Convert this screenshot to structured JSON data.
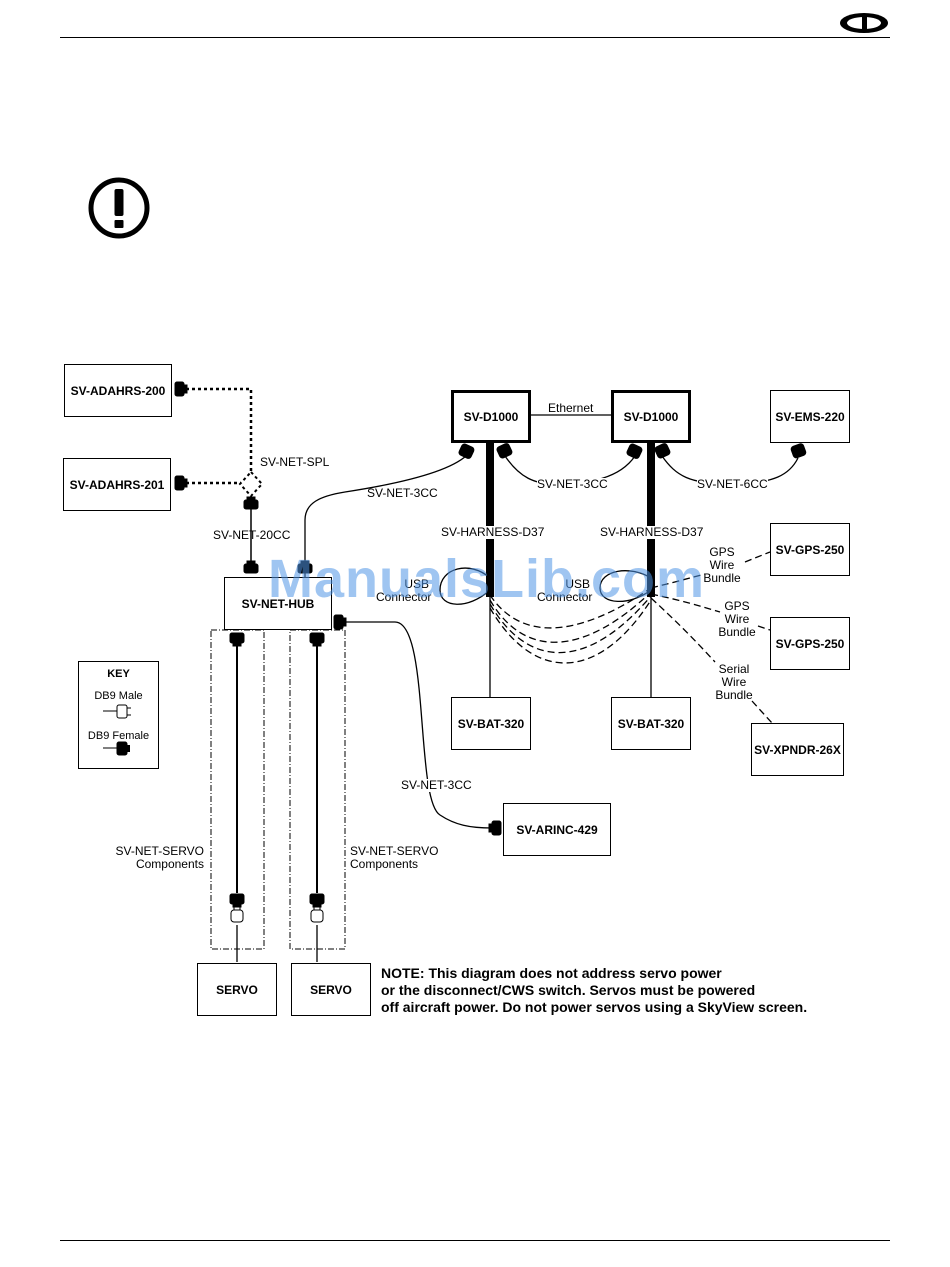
{
  "diagram": {
    "devices": {
      "adahrs200": "SV-ADAHRS-200",
      "adahrs201": "SV-ADAHRS-201",
      "d1000_left": "SV-D1000",
      "d1000_right": "SV-D1000",
      "ems220": "SV-EMS-220",
      "gps250_a": "SV-GPS-250",
      "gps250_b": "SV-GPS-250",
      "xpndr": "SV-XPNDR-26X",
      "bat320_left": "SV-BAT-320",
      "bat320_right": "SV-BAT-320",
      "net_hub": "SV-NET-HUB",
      "arinc": "SV-ARINC-429",
      "servo_left": "SERVO",
      "servo_right": "SERVO"
    },
    "cables": {
      "net_spl": "SV-NET-SPL",
      "net_20cc": "SV-NET-20CC",
      "net_3cc_hub_to_display": "SV-NET-3CC",
      "net_3cc_between_displays": "SV-NET-3CC",
      "net_6cc": "SV-NET-6CC",
      "net_3cc_to_arinc": "SV-NET-3CC",
      "ethernet": "Ethernet",
      "harness_left": "SV-HARNESS-D37",
      "harness_right": "SV-HARNESS-D37",
      "usb_left_line1": "USB",
      "usb_left_line2": "Connector",
      "usb_right_line1": "USB",
      "usb_right_line2": "Connector",
      "gps_bundle_a": [
        "GPS",
        "Wire",
        "Bundle"
      ],
      "gps_bundle_b": [
        "GPS",
        "Wire",
        "Bundle"
      ],
      "serial_bundle": [
        "Serial",
        "Wire",
        "Bundle"
      ],
      "servo_components_left": [
        "SV-NET-SERVO",
        "Components"
      ],
      "servo_components_right": [
        "SV-NET-SERVO",
        "Components"
      ]
    },
    "key": {
      "title": "KEY",
      "male": "DB9 Male",
      "female": "DB9 Female"
    },
    "note": {
      "lead": "NOTE:",
      "line1": " This diagram does not address servo power",
      "line2": "or the disconnect/CWS switch. Servos must be powered",
      "line3": "off aircraft power. Do not power servos using a SkyView screen."
    }
  },
  "watermark": "ManualsLib.com",
  "colors": {
    "ink": "#000000",
    "watermark": "#5096e6"
  }
}
